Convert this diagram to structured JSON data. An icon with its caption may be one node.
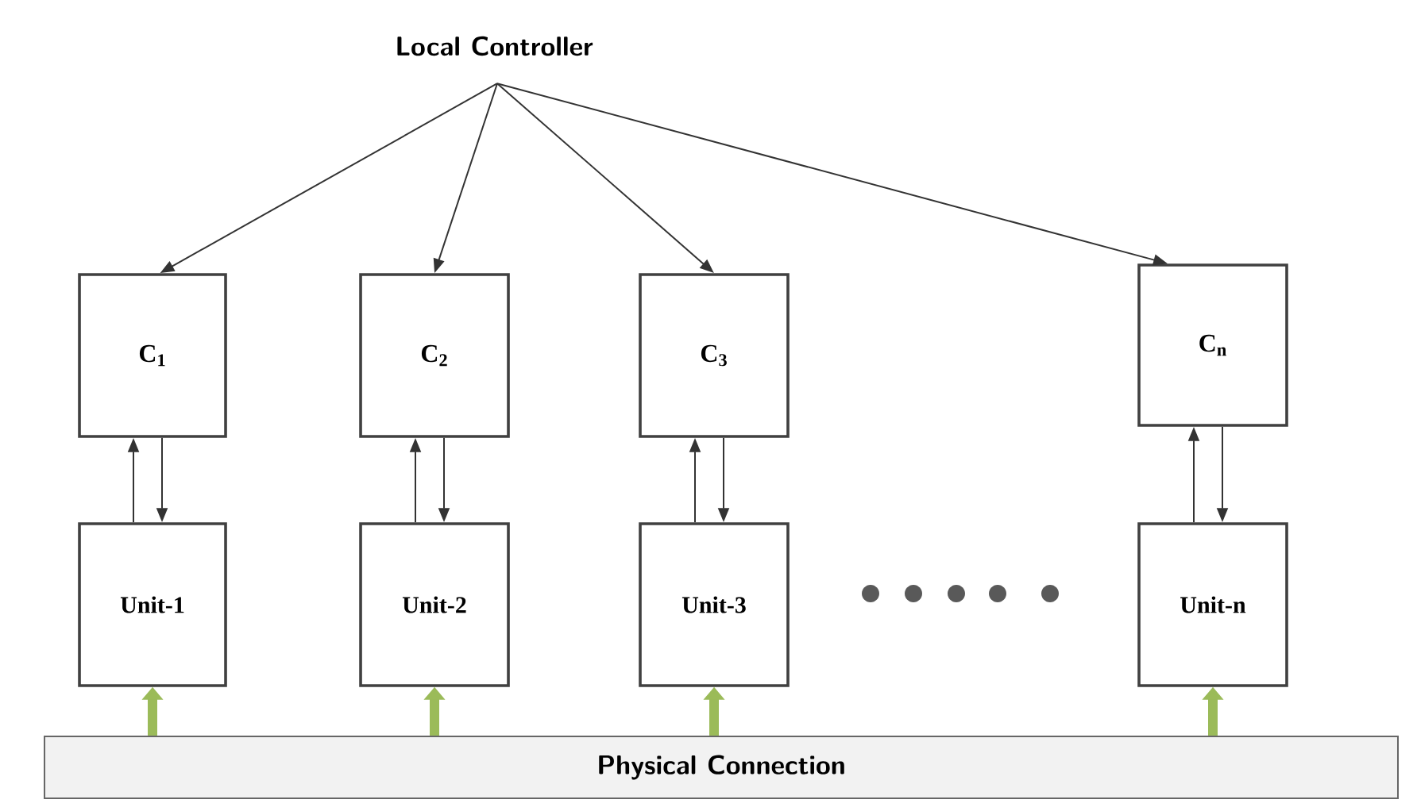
{
  "diagram": {
    "nodes": [
      {
        "text": [
          "Local Controller"
        ]
      },
      {
        "text": [
          "C$_{1}$"
        ]
      },
      {
        "text": [
          "C$_{2}$"
        ]
      },
      {
        "text": [
          "C$_{3}$"
        ]
      },
      {
        "text": [
          "C$_{n}$"
        ]
      },
      {
        "text": [
          "Unit-1"
        ]
      },
      {
        "text": [
          "Unit-2"
        ]
      },
      {
        "text": [
          "Unit-3"
        ]
      },
      {
        "text": [
          "Unit-n"
        ]
      },
      {
        "text": [
          "Physical Connection"
        ]
      }
    ],
    "edges": [
      {
        "from": 0,
        "to": 1,
        "arrow": "to"
      },
      {
        "from": 0,
        "to": 2,
        "arrow": "to"
      },
      {
        "from": 0,
        "to": 3,
        "arrow": "to"
      },
      {
        "from": 0,
        "to": 4,
        "arrow": "to"
      },
      {
        "from": 5,
        "to": 1,
        "arrow": "to"
      },
      {
        "from": 1,
        "to": 5,
        "arrow": "to"
      },
      {
        "from": 6,
        "to": 2,
        "arrow": "to"
      },
      {
        "from": 2,
        "to": 6,
        "arrow": "to"
      },
      {
        "from": 7,
        "to": 3,
        "arrow": "to"
      },
      {
        "from": 3,
        "to": 7,
        "arrow": "to"
      },
      {
        "from": 8,
        "to": 4,
        "arrow": "to"
      },
      {
        "from": 4,
        "to": 8,
        "arrow": "to"
      },
      {
        "from": 9,
        "to": 5,
        "arrow": "to",
        "style": "thick",
        "color": "#9bbb59"
      },
      {
        "from": 9,
        "to": 6,
        "arrow": "to",
        "style": "thick",
        "color": "#9bbb59"
      },
      {
        "from": 9,
        "to": 7,
        "arrow": "to",
        "style": "thick",
        "color": "#9bbb59"
      },
      {
        "from": 9,
        "to": 8,
        "arrow": "to",
        "style": "thick",
        "color": "#9bbb59"
      }
    ]
  }
}
